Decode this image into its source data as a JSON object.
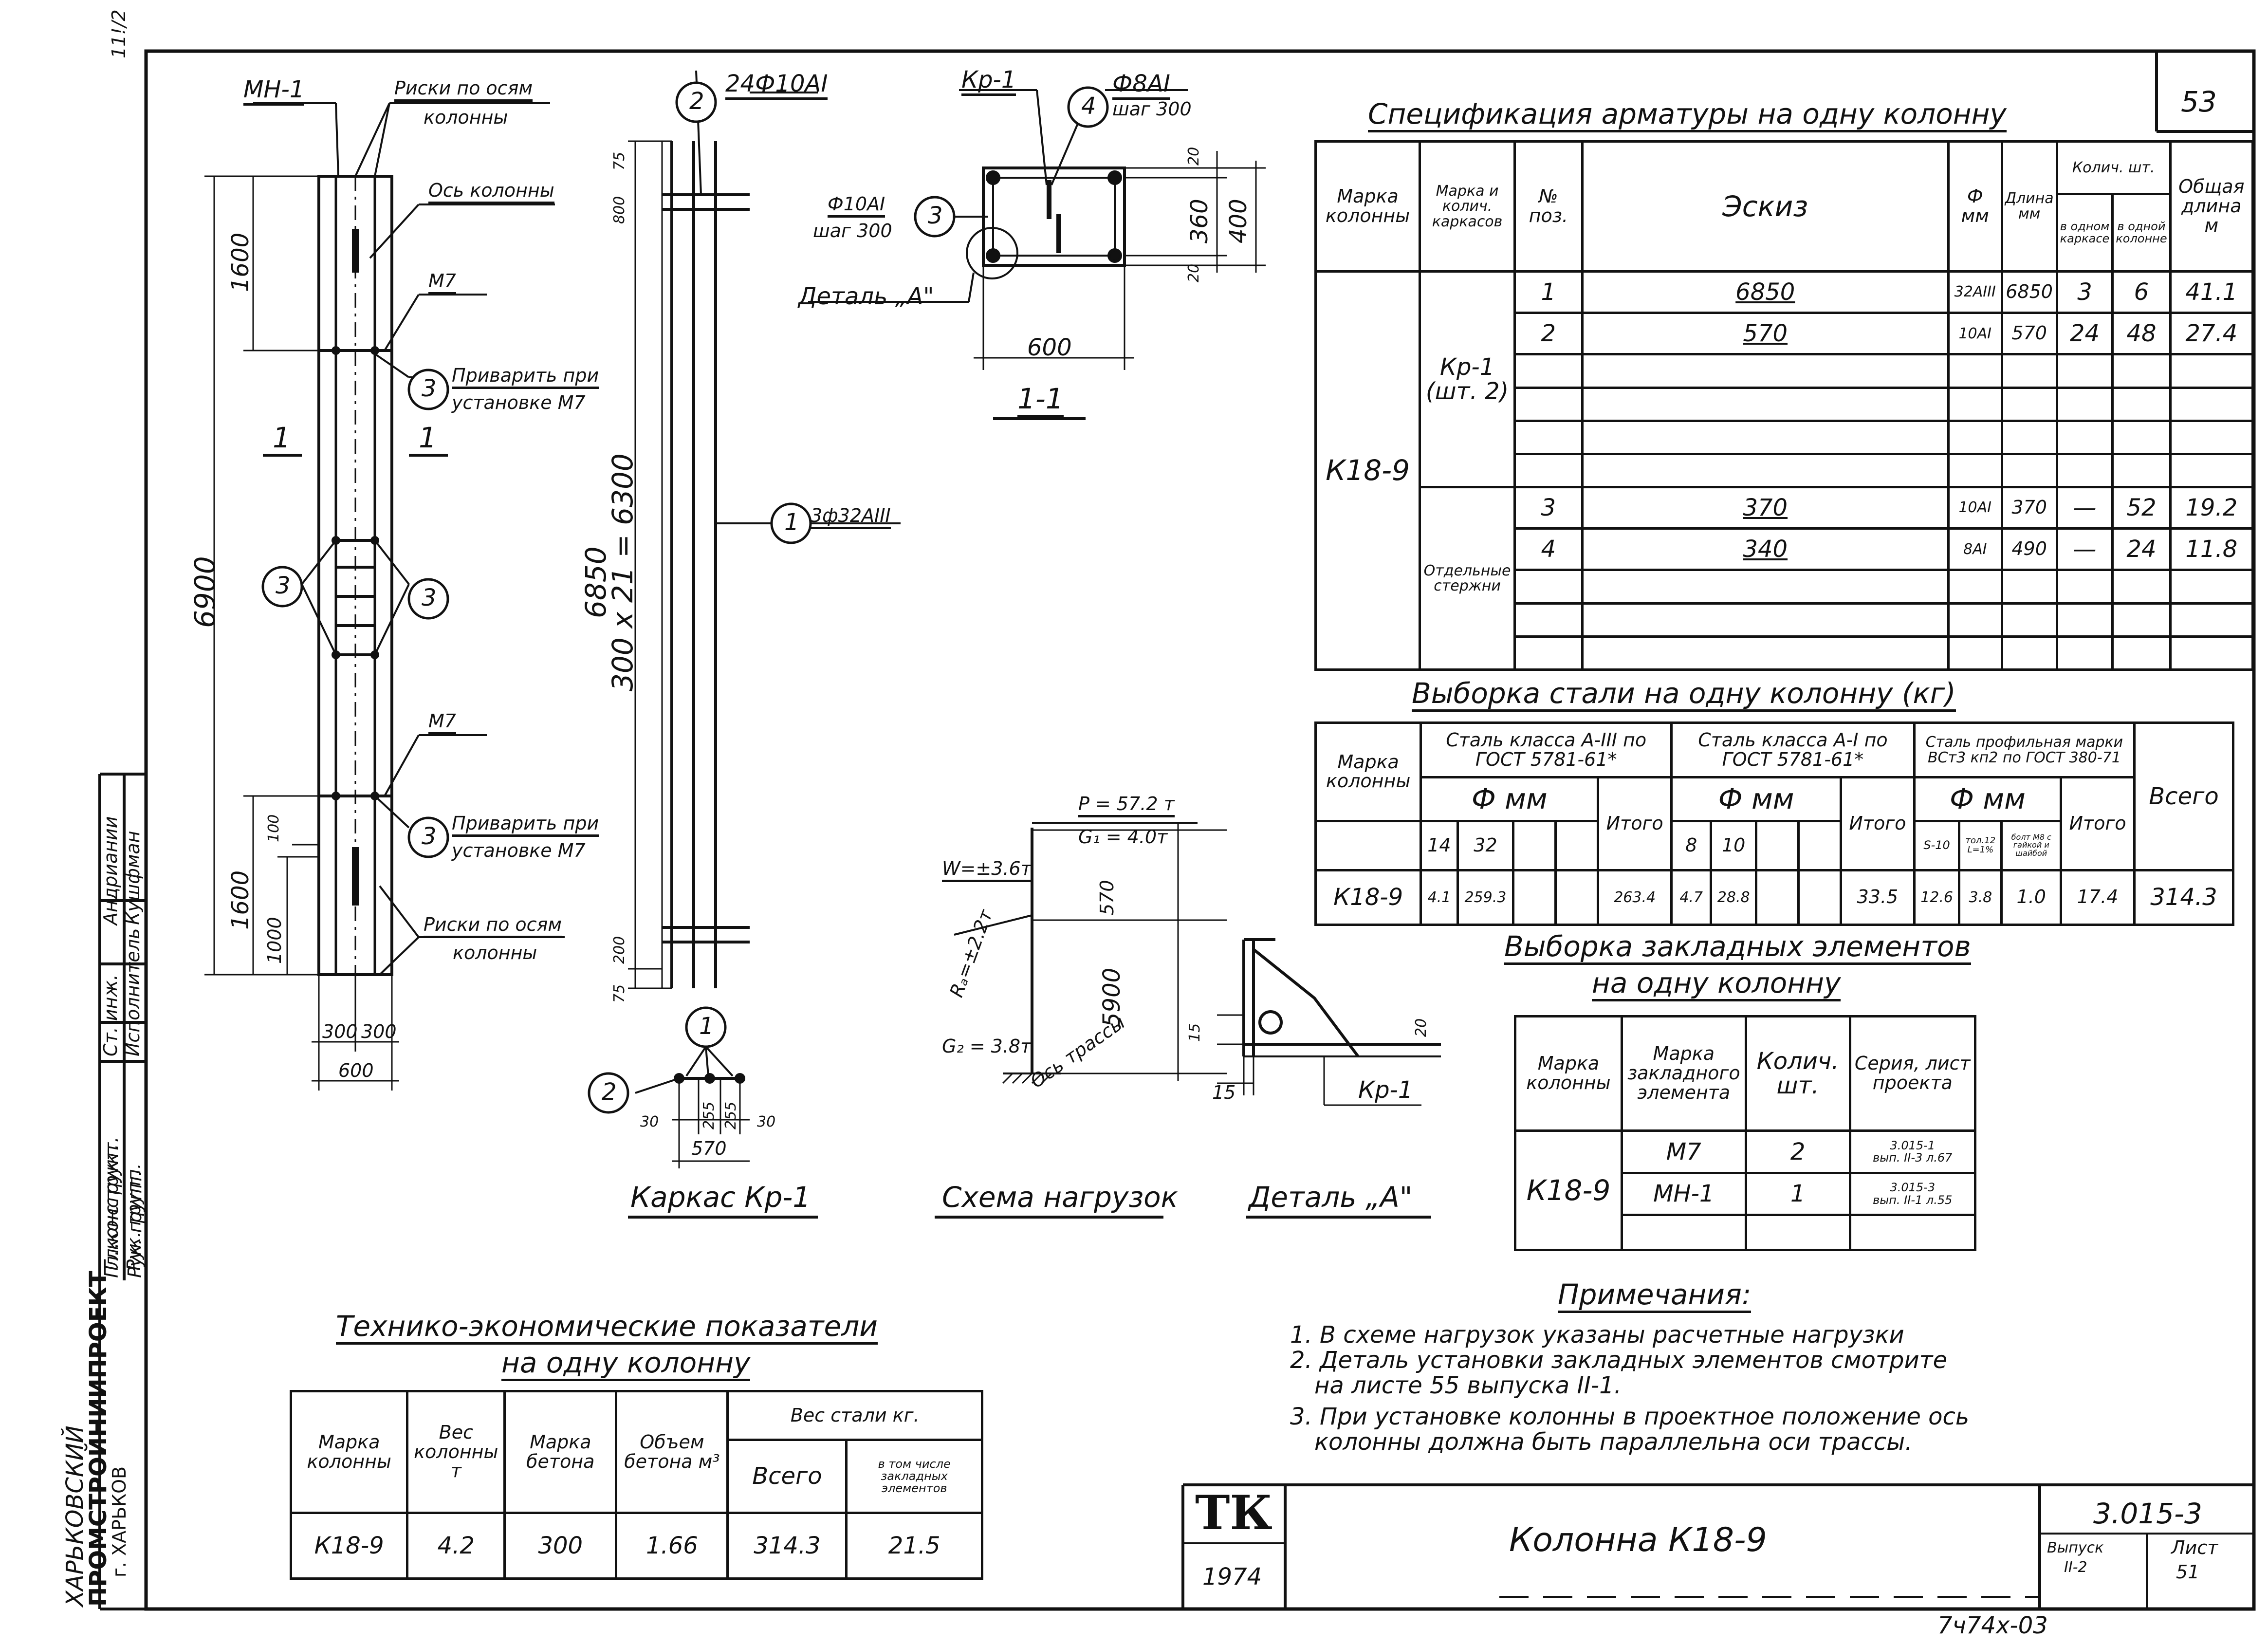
{
  "sheet": {
    "number": "53",
    "title": "Колонна К18-9",
    "series": "3.015-3",
    "issue_label": "Выпуск",
    "issue_value": "II-2",
    "list_label": "Лист",
    "list_value": "51",
    "stamp": "ТК",
    "year": "1974",
    "corner_code": "11!/2",
    "bottom_code": "7ч74х-03"
  },
  "title_block": {
    "org_line1": "ХАРЬКОВСКИЙ",
    "org_line2": "ПРОМСТРОЙНИИПРОЕКТ",
    "org_line3": "г. ХАРЬКОВ",
    "roles": [
      "Гл.конструкт.",
      "Рук. групп.",
      "Ст. инж.",
      "Исполнитель"
    ],
    "names": [
      "",
      "",
      "Андриании",
      "Кушфман"
    ]
  },
  "column_view": {
    "mh1": "МН-1",
    "risks_top": "Риски по осям",
    "risks_top2": "колонны",
    "axis": "Ось колонны",
    "m7_top": "М7",
    "weld_top": "Приварить при",
    "weld_top2": "установке М7",
    "section_left": "1",
    "section_right": "1",
    "m7_bottom": "М7",
    "weld_bottom": "Приварить при",
    "weld_bottom2": "установке М7",
    "risks_bottom": "Риски по осям",
    "risks_bottom2": "колонны",
    "dim_total": "6900",
    "dim_top": "1600",
    "dim_bottom": "1600",
    "dim_1000": "1000",
    "dim_100": "100",
    "dim_300a": "300",
    "dim_300b": "300",
    "dim_600": "600",
    "callout_3": "3"
  },
  "cage_view": {
    "pos2_label": "24Ф10АI",
    "pos1_label": "3ф32АIII",
    "callout_2": "2",
    "callout_1": "1",
    "dim_75a": "75",
    "dim_800": "800",
    "dim_main": "300 х 21 = 6300",
    "dim_6850": "6850",
    "dim_200": "200",
    "dim_75b": "75",
    "dim_30a": "30",
    "dim_255a": "255",
    "dim_255b": "255",
    "dim_30b": "30",
    "dim_570": "570",
    "caption": "Каркас Кр-1"
  },
  "section_view": {
    "kr1": "Кр-1",
    "pos4_label": "Ф8АI",
    "pos4_step": "шаг 300",
    "pos3_label": "Ф10АI",
    "pos3_step": "шаг 300",
    "detail_label": "Деталь „А\"",
    "callout_3": "3",
    "callout_4": "4",
    "dim_20a": "20",
    "dim_360": "360",
    "dim_400": "400",
    "dim_20b": "20",
    "dim_600": "600",
    "caption": "1-1"
  },
  "load_scheme": {
    "p": "Р = 57.2 т",
    "g1": "G₁ = 4.0т",
    "w": "W=±3.6т",
    "ra": "Rₐ=±2.2т",
    "g2": "G₂ = 3.8т",
    "dim_570": "570",
    "dim_5900": "5900",
    "axis": "Ось трассы",
    "caption": "Схема нагрузок"
  },
  "detail_a": {
    "dim_15a": "15",
    "dim_15b": "15",
    "dim_20": "20",
    "kr1": "Кр-1",
    "caption": "Деталь „А\""
  },
  "spec": {
    "title": "Спецификация арматуры на одну колонну",
    "headers": {
      "mark": "Марка колонны",
      "cage": "Марка и колич. каркасов",
      "pos": "№ поз.",
      "sketch": "Эскиз",
      "dia": "Ф мм",
      "len": "Длина мм",
      "qty": "Колич. шт.",
      "qty_cage": "в одном каркасе",
      "qty_col": "в одной колонне",
      "total": "Общая длина м"
    },
    "column_mark": "К18-9",
    "cage_mark": "Кр-1",
    "cage_count": "(шт. 2)",
    "separate": "Отдельные стержни",
    "rows": [
      {
        "pos": "1",
        "sketch": "6850",
        "dia": "32АIII",
        "len": "6850",
        "q1": "3",
        "q2": "6",
        "total": "41.1"
      },
      {
        "pos": "2",
        "sketch": "570",
        "dia": "10АI",
        "len": "570",
        "q1": "24",
        "q2": "48",
        "total": "27.4"
      },
      {
        "pos": "3",
        "sketch": "370",
        "dia": "10АI",
        "len": "370",
        "q1": "—",
        "q2": "52",
        "total": "19.2"
      },
      {
        "pos": "4",
        "sketch": "340",
        "dia": "8АI",
        "len": "490",
        "q1": "—",
        "q2": "24",
        "total": "11.8"
      }
    ]
  },
  "steel": {
    "title": "Выборка стали на одну колонну (кг)",
    "mark": "Марка колонны",
    "grp1": "Сталь класса А-III по ГОСТ 5781-61*",
    "grp2": "Сталь класса А-I по ГОСТ 5781-61*",
    "grp3": "Сталь профильная марки ВСт3 кп2 по ГОСТ 380-71",
    "dia": "Ф мм",
    "total_label": "Итого",
    "all_label": "Всего",
    "d1": [
      "14",
      "32"
    ],
    "d2": [
      "8",
      "10"
    ],
    "d3": [
      "S-10",
      "тол.12 L=1%",
      "болт М8 с гайкой и шайбой"
    ],
    "row": {
      "mark": "К18-9",
      "a3_14": "4.1",
      "a3_32": "259.3",
      "a3_total": "263.4",
      "a1_8": "4.7",
      "a1_10": "28.8",
      "a1_total": "33.5",
      "p1": "12.6",
      "p2": "3.8",
      "p3": "1.0",
      "p_total": "17.4",
      "all": "314.3"
    }
  },
  "embedded": {
    "title1": "Выборка закладных элементов",
    "title2": "на одну колонну",
    "h_mark": "Марка колонны",
    "h_elem": "Марка закладного элемента",
    "h_qty": "Колич. шт.",
    "h_series": "Серия, лист проекта",
    "col_mark": "К18-9",
    "rows": [
      {
        "elem": "М7",
        "qty": "2",
        "series1": "3.015-1",
        "series2": "вып. II-3 л.67"
      },
      {
        "elem": "МН-1",
        "qty": "1",
        "series1": "3.015-3",
        "series2": "вып. II-1 л.55"
      }
    ]
  },
  "notes": {
    "title": "Примечания:",
    "items": [
      "1. В схеме нагрузок указаны расчетные нагрузки",
      "2. Деталь установки закладных элементов смотрите",
      "на листе 55 выпуска II-1.",
      "3. При установке колонны в проектное положение ось",
      "колонны должна быть параллельна оси трассы."
    ]
  },
  "tep": {
    "title1": "Технико-экономические показатели",
    "title2": "на одну колонну",
    "h_mark": "Марка колонны",
    "h_weight": "Вес колонны т",
    "h_concrete": "Марка бетона",
    "h_volume": "Объем бетона м³",
    "h_steel": "Вес стали кг.",
    "h_all": "Всего",
    "h_emb": "в том числе закладных элементов",
    "row": {
      "mark": "К18-9",
      "weight": "4.2",
      "concrete": "300",
      "volume": "1.66",
      "all": "314.3",
      "emb": "21.5"
    }
  }
}
